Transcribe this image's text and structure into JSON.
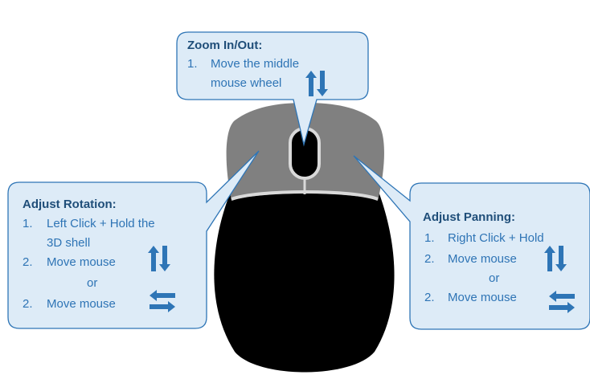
{
  "colors": {
    "callout_fill": "#DDEBF7",
    "callout_border": "#2E75B6",
    "title_text": "#1F4E79",
    "body_text": "#2E74B5",
    "arrow_color": "#2E75B6",
    "mouse_body": "#000000",
    "mouse_buttons": "#808080",
    "mouse_seam": "#D9D9D9"
  },
  "icons": [
    "up-down-arrows-icon",
    "left-right-arrows-icon"
  ],
  "zoom": {
    "title": "Zoom In/Out:",
    "step_num": "1.",
    "line1": "Move the middle",
    "line2": "mouse wheel"
  },
  "rotation": {
    "title": "Adjust Rotation:",
    "s1_num": "1.",
    "s1_line1": "Left Click + Hold the",
    "s1_line2": "3D shell",
    "s2_num": "2.",
    "s2_text": "Move mouse",
    "or": "or",
    "s3_num": "2.",
    "s3_text": "Move mouse"
  },
  "panning": {
    "title": "Adjust Panning:",
    "s1_num": "1.",
    "s1_text": "Right Click + Hold",
    "s2_num": "2.",
    "s2_text": "Move mouse",
    "or": "or",
    "s3_num": "2.",
    "s3_text": "Move mouse"
  }
}
